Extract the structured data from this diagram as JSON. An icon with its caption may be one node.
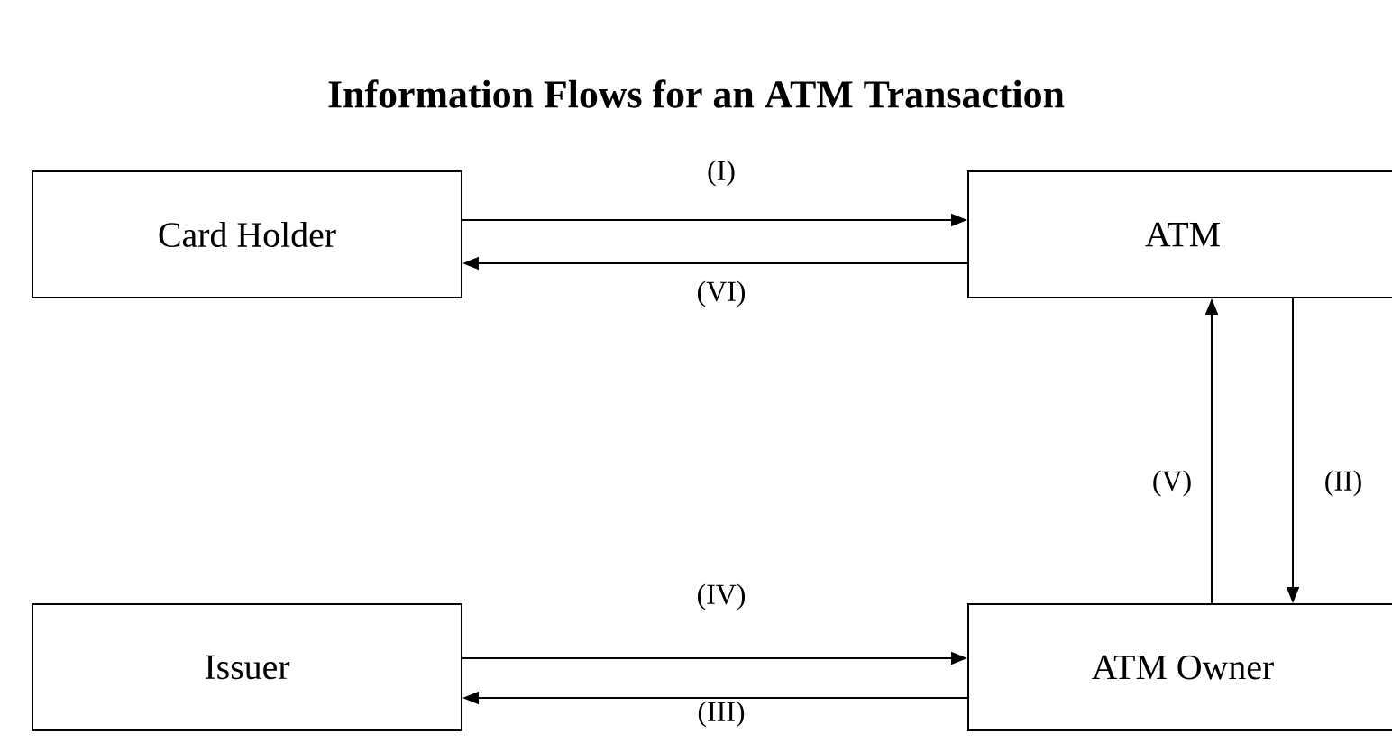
{
  "diagram": {
    "title": "Information Flows for an ATM Transaction",
    "nodes": [
      {
        "text": [
          "Card Holder"
        ]
      },
      {
        "text": [
          "ATM"
        ]
      },
      {
        "text": [
          "Issuer"
        ]
      },
      {
        "text": [
          "ATM Owner"
        ]
      }
    ],
    "edges": [
      {
        "from": 0,
        "to": 1,
        "arrow": "to",
        "label": "(I)"
      },
      {
        "from": 1,
        "to": 0,
        "arrow": "to",
        "label": "(VI)"
      },
      {
        "from": 1,
        "to": 3,
        "arrow": "to",
        "label": "(II)"
      },
      {
        "from": 3,
        "to": 1,
        "arrow": "to",
        "label": "(V)"
      },
      {
        "from": 2,
        "to": 3,
        "arrow": "to",
        "label": "(IV)"
      },
      {
        "from": 3,
        "to": 2,
        "arrow": "to",
        "label": "(III)"
      }
    ]
  }
}
